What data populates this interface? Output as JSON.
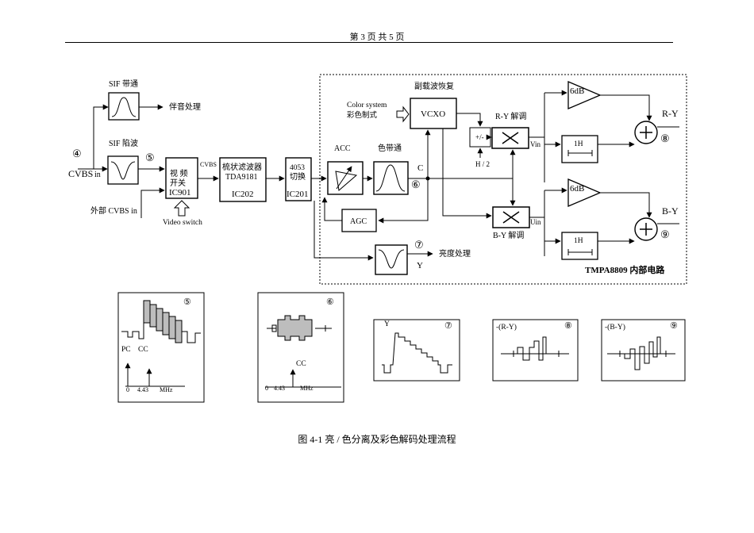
{
  "header": {
    "page_text": "第 3 页 共 5 页"
  },
  "caption": "图   4-1  亮 / 色分离及彩色解码处理流程",
  "diagram": {
    "sif_band": "SIF 带通",
    "sif_trap": "SIF 陷波",
    "audio_proc": "伴音处理",
    "input_num": "④",
    "cvbs_in": "CVBS",
    "cvbs_in_sub": "in",
    "ext_cvbs": "外部 CVBS in",
    "video_switch": "Video switch",
    "vs_l1": "视  频",
    "vs_l2": "开关",
    "vs_ic": "IC901",
    "cvbs_mid": "CVBS",
    "comb_l1": "梳状滤波器",
    "comb_l2": "TDA9181",
    "comb_ic": "IC202",
    "sw_l1": "4053",
    "sw_l2": "切换",
    "sw_ic": "IC201",
    "acc": "ACC",
    "chroma_bp": "色带通",
    "agc": "AGC",
    "c_label": "C",
    "y_label": "Y",
    "luma_proc": "亮度处理",
    "sc_recovery": "副载波恢复",
    "color_sys_1": "Color  system",
    "color_sys_2": "彩色制式",
    "vcxo": "VCXO",
    "pm": "+/-",
    "h2": "H / 2",
    "ry_demod": "R-Y 解调",
    "by_demod": "B-Y 解调",
    "vin": "Vin",
    "uin": "Uin",
    "db6": "6dB",
    "h1": "1H",
    "ry_out": "R-Y",
    "by_out": "B-Y",
    "tmpa": "TMPA8809 内部电路",
    "n5": "⑤",
    "n6": "⑥",
    "n7": "⑦",
    "n8": "⑧",
    "n9": "⑨",
    "w5_pc": "PC",
    "w5_cc": "CC",
    "w5_zero": "0",
    "w5_443": "4.43",
    "w5_mhz": "MHz",
    "w6_cc": "CC",
    "w6_zero": "0",
    "w6_443": "4.43",
    "w6_mhz": "MHz",
    "w7_y": "Y",
    "w8_lbl": "-(R-Y)",
    "w9_lbl": "-(B-Y)"
  }
}
